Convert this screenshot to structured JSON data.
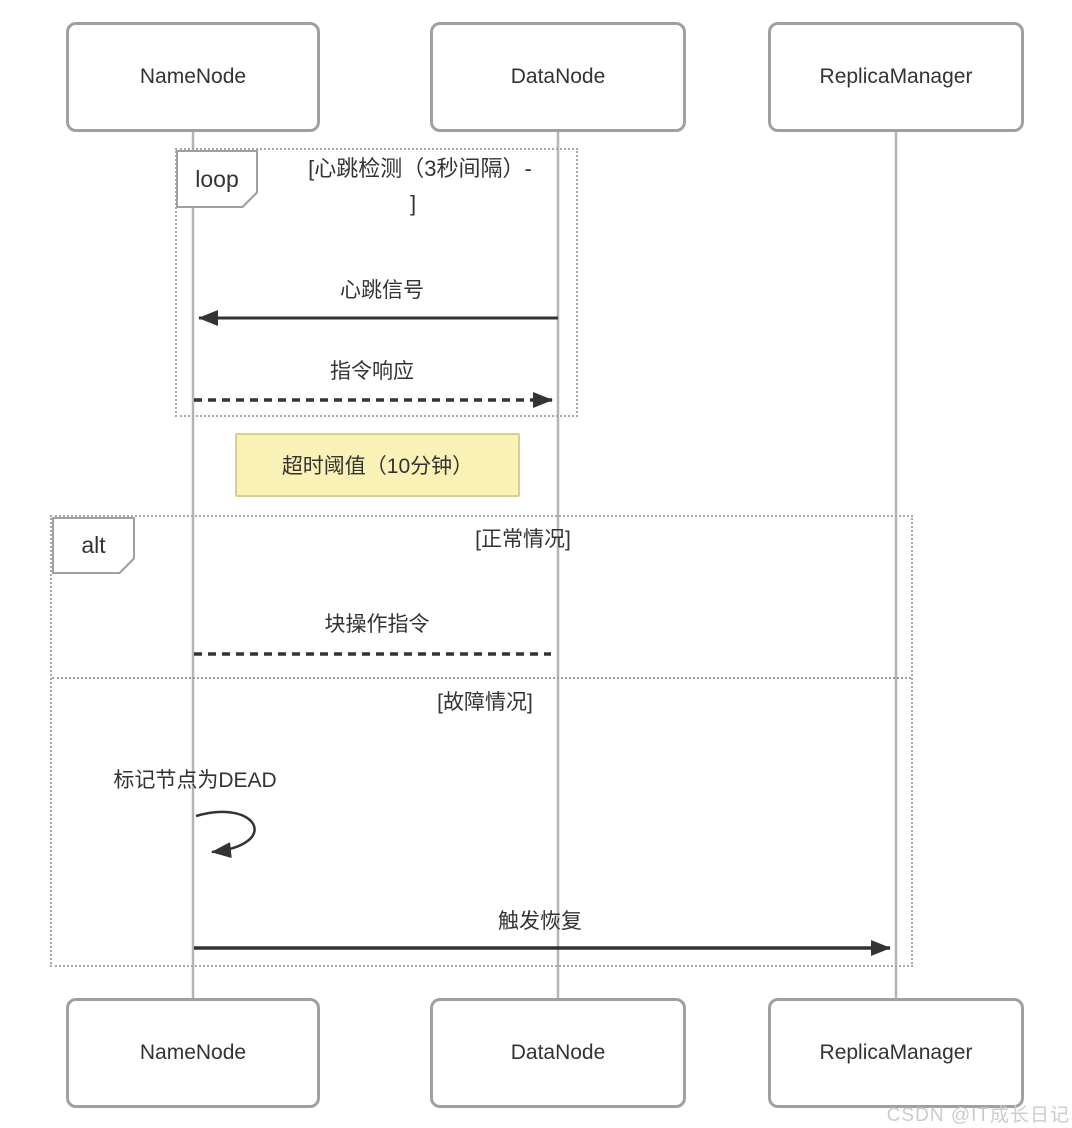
{
  "participants": [
    "NameNode",
    "DataNode",
    "ReplicaManager"
  ],
  "loop": {
    "tag": "loop",
    "title_line1": "[心跳检测（3秒间隔）-",
    "title_line2": "]"
  },
  "messages": {
    "heartbeat": "心跳信号",
    "cmd_response": "指令响应",
    "block_cmd": "块操作指令",
    "mark_dead": "标记节点为DEAD",
    "trigger_recovery": "触发恢复"
  },
  "note": {
    "text": "超时阈值（10分钟）"
  },
  "alt": {
    "tag": "alt",
    "case_normal": "[正常情况]",
    "case_failure": "[故障情况]"
  },
  "watermark": {
    "text": "CSDN @IT成长日记"
  },
  "colors": {
    "line": "#333333",
    "lifeline": "#b4b4b4",
    "frame": "#a8a8a8",
    "box_border": "#a0a0a0",
    "text": "#333333",
    "note_bg": "#faf1b6",
    "note_border": "#dccf8c",
    "watermark": "#cbcbcb",
    "bg": "#ffffff"
  }
}
